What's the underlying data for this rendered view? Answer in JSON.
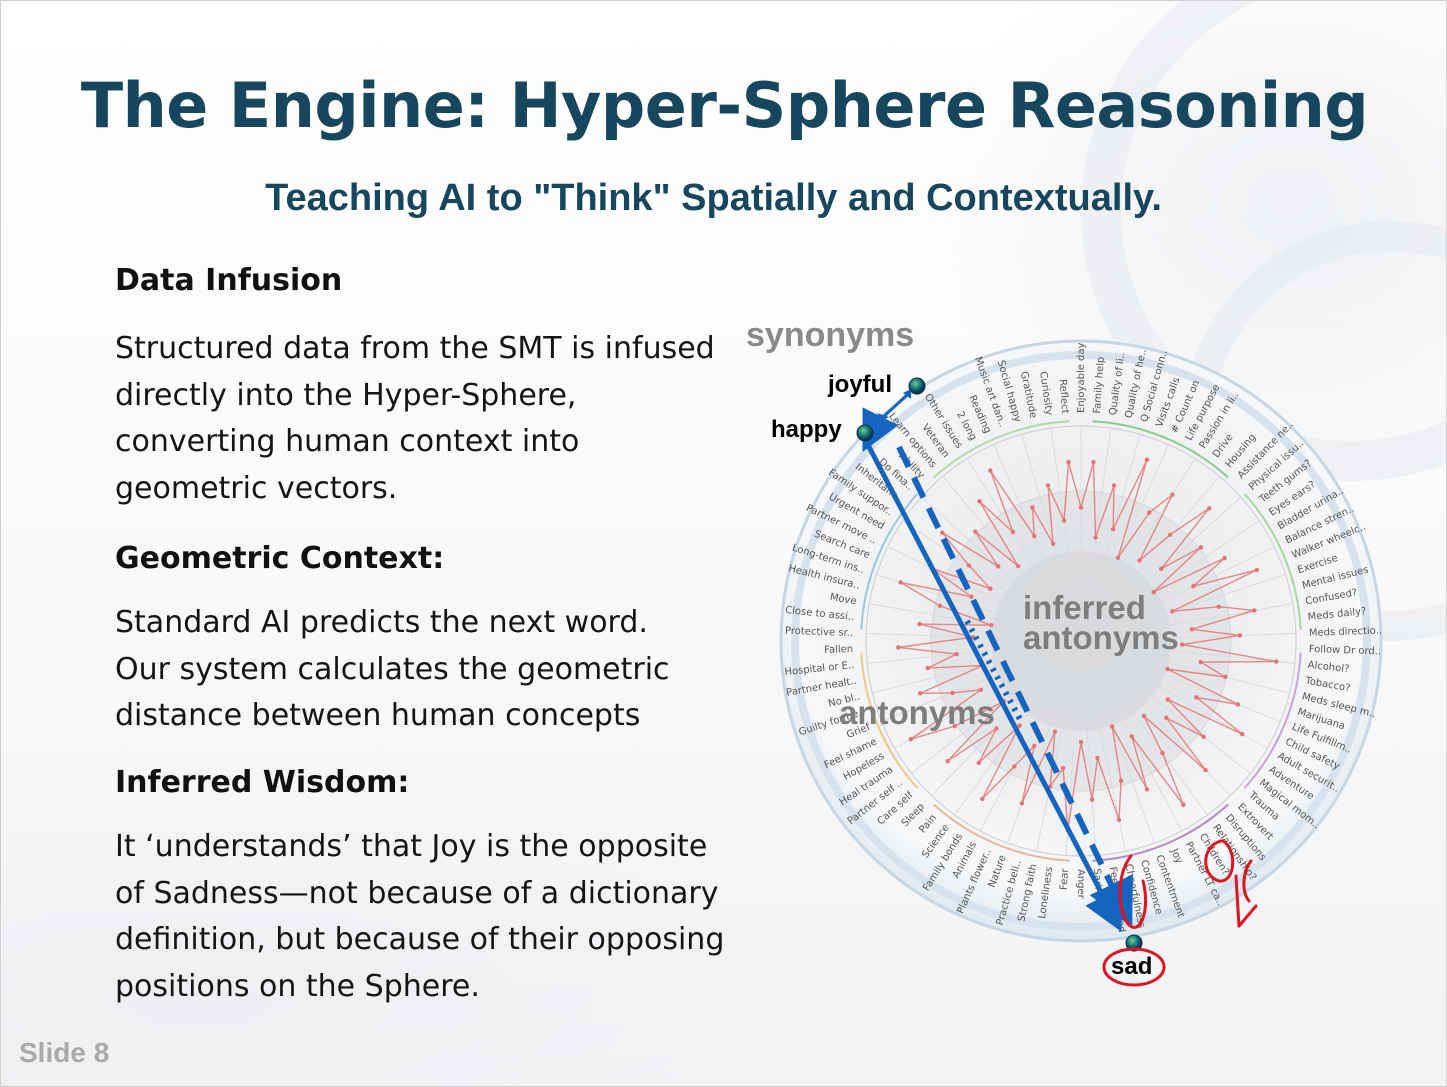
{
  "slide": {
    "title": "The Engine: Hyper-Sphere Reasoning",
    "subtitle": "Teaching AI to \"Think\" Spatially and Contextually.",
    "slide_number": "Slide 8"
  },
  "sections": [
    {
      "heading": "Data Infusion",
      "body": "Structured data from the SMT is infused directly into the Hyper-Sphere, converting human context into geometric vectors."
    },
    {
      "heading": "Geometric Context:",
      "body": "Standard AI predicts the next word. Our system calculates the geometric distance between human concepts"
    },
    {
      "heading": "Inferred Wisdom:",
      "body": "It ‘understands’ that Joy is the opposite of Sadness—not because of a dictionary definition, but because of their opposing positions on the Sphere."
    }
  ],
  "diagram": {
    "labels": {
      "synonyms": "synonyms",
      "joyful": "joyful",
      "happy": "happy",
      "inferred_antonyms_line1": "inferred",
      "inferred_antonyms_line2": "antonyms",
      "antonyms": "antonyms",
      "sad": "sad"
    },
    "ring_labels": [
      "Enjoyable day",
      "Family help",
      "Quality of li..",
      "Quality of he..",
      "Q Social conn..",
      "Visits calls",
      "# Count on",
      "Life purpose",
      "Passion in li..",
      "Drive",
      "Housing",
      "Assistance ne..",
      "Physical issu..",
      "Teeth gums?",
      "Eyes ears?",
      "Bladder urina..",
      "Balance stren..",
      "Walker wheelc..",
      "Exercise",
      "Mental issues",
      "Confused?",
      "Meds daily?",
      "Meds directio..",
      "Follow Dr ord..",
      "Alcohol?",
      "Tobacco?",
      "Meds sleep m..",
      "Marijuana",
      "Life Fulfillm..",
      "Child safety",
      "Adult securit..",
      "Adventure",
      "Magical mom..",
      "Trauma",
      "Extrovert",
      "Disruptions",
      "Relationship?",
      "Children?",
      "Partner LT ca..",
      "Joy",
      "Contentment",
      "Confidence",
      "Cheerfulness",
      "Feeling loved",
      "Sadness",
      "Anger",
      "Fear",
      "Loneliness",
      "Strong faith",
      "Practice beli..",
      "Nature",
      "Plants flower..",
      "Animals",
      "Family bonds",
      "Science",
      "Pain",
      "Sleep",
      "Care self",
      "Partner self ..",
      "Heal trauma",
      "Hopeless",
      "Feel shame",
      "Grief",
      "Guilty for he..",
      "No bl..",
      "Partner healt..",
      "Hospital or E..",
      "Fallen",
      "Protective sr..",
      "Close to assi..",
      "Move",
      "Health insura..",
      "Long-term ins..",
      "Search care",
      "Partner move ..",
      "Urgent need",
      "Family suppor..",
      "Inheritanc..",
      "Do fina..",
      "Ability",
      "Learn options",
      "Veteran",
      "Other issues",
      "2 long",
      "Reading",
      "Music art dan..",
      "Social happy",
      "Gratitude",
      "Curiosity",
      "Reflect"
    ],
    "radial_values": [
      0.55,
      0.82,
      0.38,
      0.7,
      0.45,
      0.9,
      0.3,
      0.62,
      0.78,
      0.35,
      0.58,
      0.85,
      0.4,
      0.66,
      0.28,
      0.74,
      0.5,
      0.88,
      0.33,
      0.6,
      0.8,
      0.42,
      0.7,
      0.36,
      0.92,
      0.48,
      0.64,
      0.3,
      0.76,
      0.52,
      0.86,
      0.38,
      0.68,
      0.44,
      0.82,
      0.34,
      0.58,
      0.9,
      0.4,
      0.72,
      0.3,
      0.62,
      0.84,
      0.46,
      0.7,
      0.36,
      0.88,
      0.52,
      0.64,
      0.32,
      0.78,
      0.44,
      0.6,
      0.86,
      0.38,
      0.7,
      0.48,
      0.82,
      0.34,
      0.66,
      0.92,
      0.42,
      0.58,
      0.76,
      0.36,
      0.68,
      0.5,
      0.84,
      0.4,
      0.72,
      0.3,
      0.62,
      0.88,
      0.46,
      0.74,
      0.38,
      0.56,
      0.8,
      0.42,
      0.66,
      0.34,
      0.78,
      0.52,
      0.9,
      0.44,
      0.6,
      0.36,
      0.7,
      0.48,
      0.82
    ],
    "colors": {
      "title": "#17465f",
      "arrow": "#1565c0",
      "radial": "#e57373",
      "annotation": "#e0141e"
    }
  }
}
